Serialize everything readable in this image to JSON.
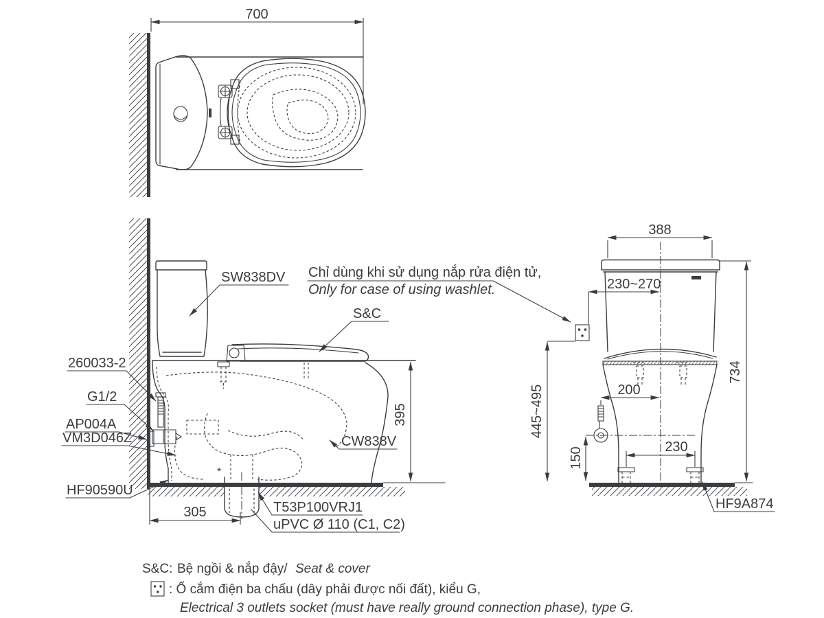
{
  "colors": {
    "line": "#3a3d40",
    "background": "#ffffff"
  },
  "top_view": {
    "width_dim": "700"
  },
  "side_view": {
    "tank_label": "SW838DV",
    "supply_hose_label": "260033-2",
    "thread_label": "G1/2",
    "flange_label": "AP004A",
    "stop_valve_label": "VM3D046Z",
    "seal_label": "HF90590U",
    "seat_cover_label": "S&C",
    "bowl_label": "CW838V",
    "drain_joint_label": "T53P100VRJ1",
    "drain_pipe_label": "uPVC Ø 110 (C1, C2)",
    "depth_dim": "305",
    "rim_height_dim": "395",
    "star_mark": "*"
  },
  "front_view": {
    "width_dim": "388",
    "socket_offset_dim": "230~270",
    "socket_height_dim": "445~495",
    "total_height_dim": "734",
    "supply_offset_dim": "200",
    "supply_height_dim": "150",
    "bolt_spacing_dim": "230",
    "seal_label": "HF9A874"
  },
  "washlet_note": {
    "vi": "Chỉ dùng khi sử dụng nắp rửa điện tử,",
    "en": "Only for case of using washlet."
  },
  "legend": {
    "seat_cover_code": "S&C:",
    "seat_cover_vi": "Bệ ngồi & nắp đậy/",
    "seat_cover_en": "Seat & cover",
    "socket_vi": ": Ổ cắm điện ba chấu (dây phải được nối đất), kiểu G,",
    "socket_en": "Electrical 3 outlets socket (must have really ground connection phase), type G."
  }
}
